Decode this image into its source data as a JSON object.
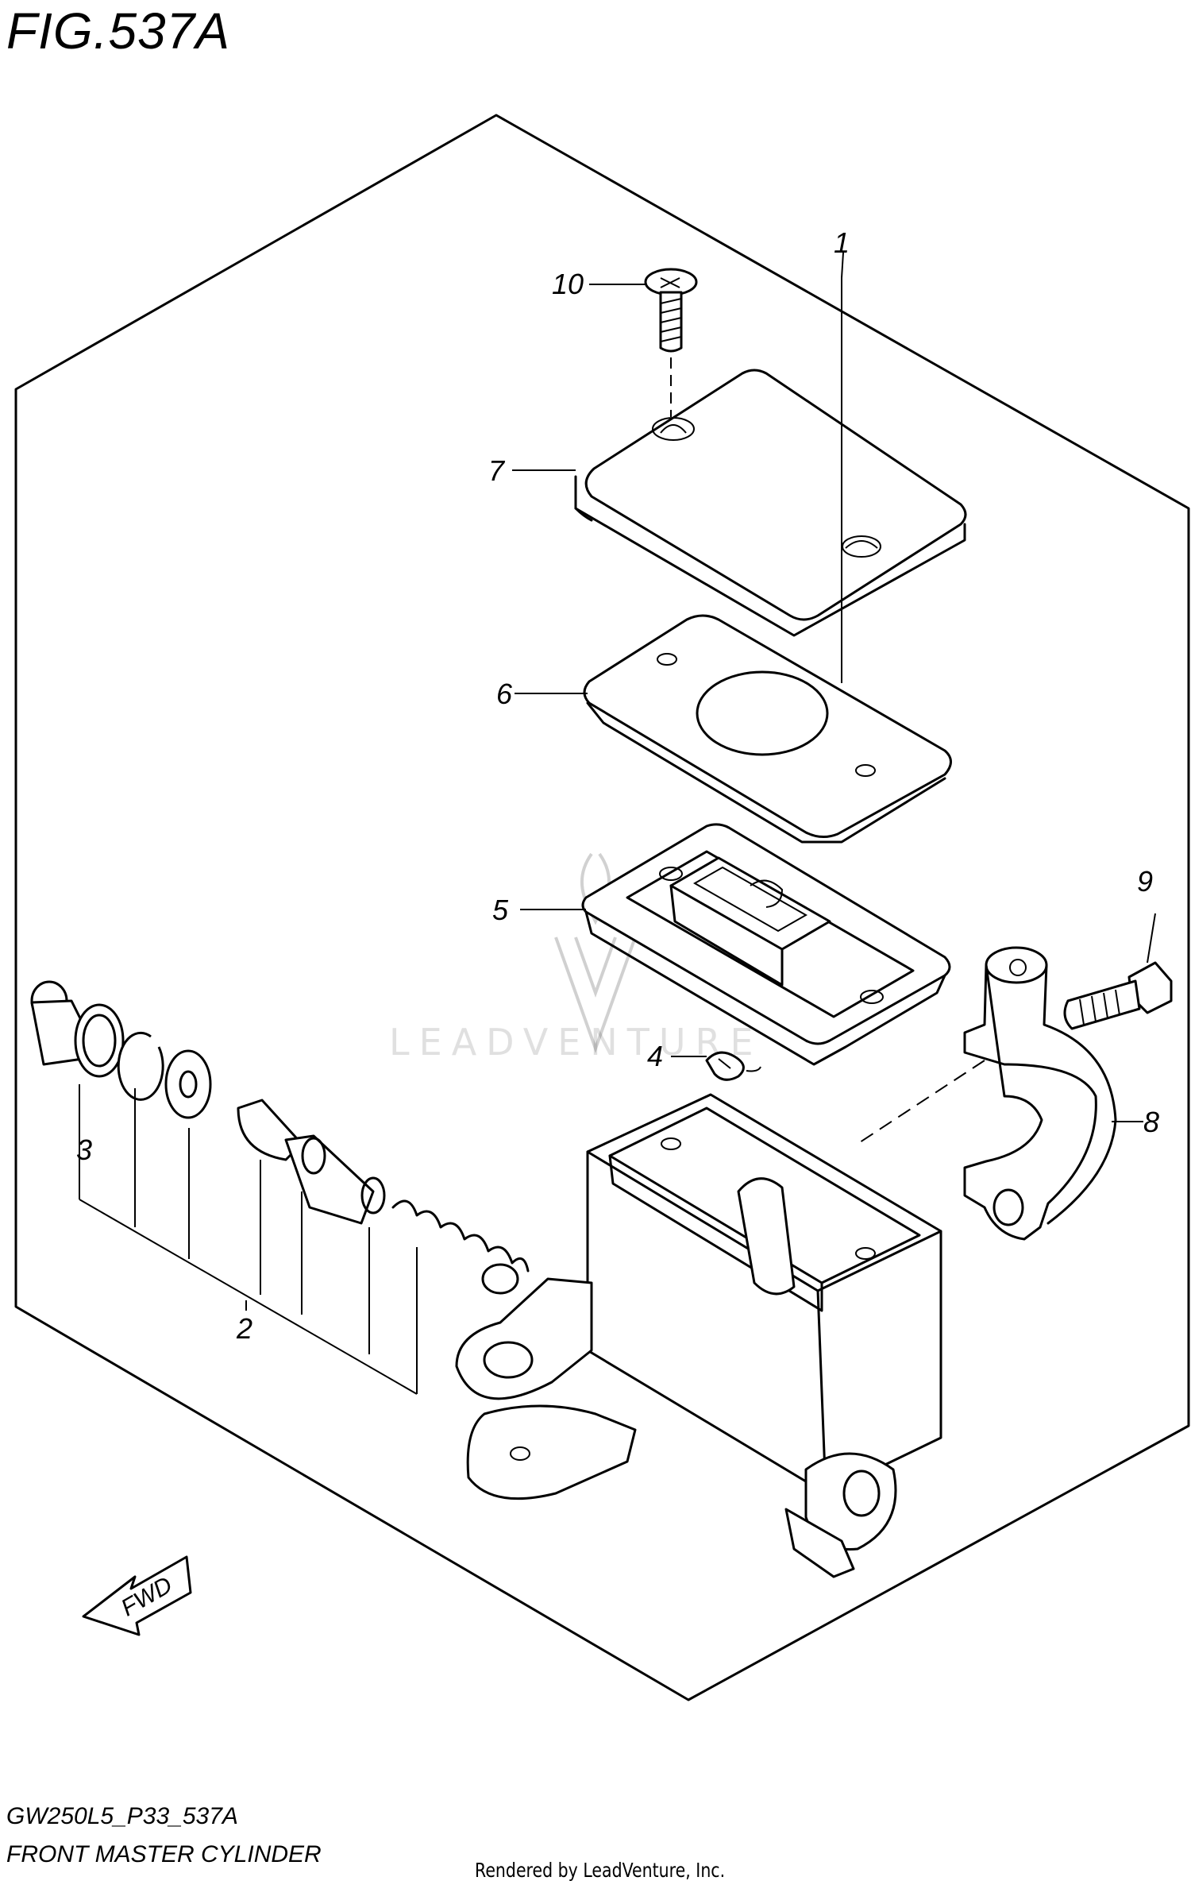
{
  "figure": {
    "title": "FIG.537A",
    "model_code": "GW250L5_P33_537A",
    "caption": "FRONT MASTER CYLINDER",
    "rendered_by": "Rendered by LeadVenture, Inc.",
    "watermark": "LEADVENTURE"
  },
  "callouts": {
    "c1": "1",
    "c2": "2",
    "c3": "3",
    "c4": "4",
    "c5": "5",
    "c6": "6",
    "c7": "7",
    "c8": "8",
    "c9": "9",
    "c10": "10"
  },
  "arrow": {
    "label": "FWD"
  }
}
